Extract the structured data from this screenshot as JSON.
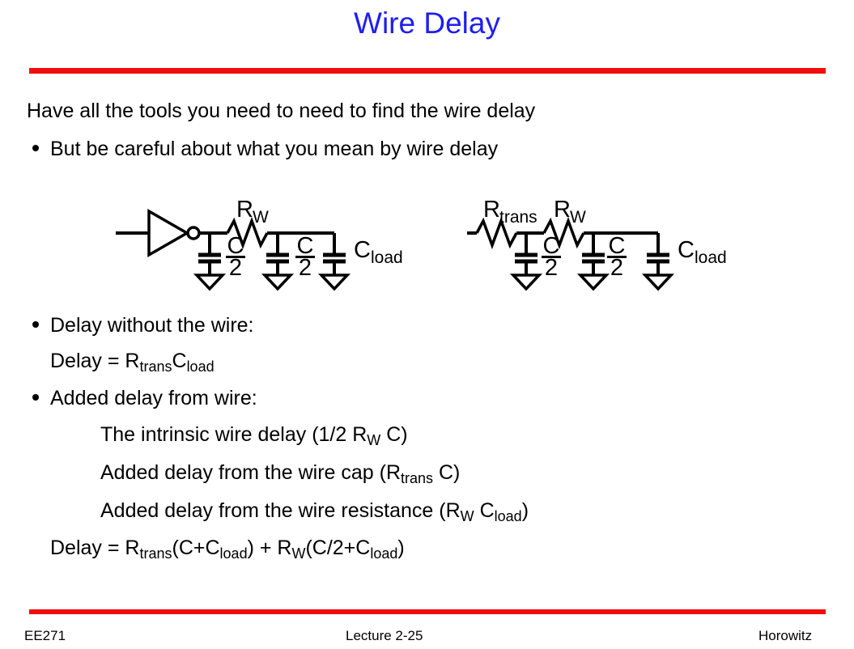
{
  "title": "Wire Delay",
  "colors": {
    "title_blue": "#1e1ef0",
    "rule_red": "#f20d0d",
    "text_black": "#000000"
  },
  "intro": "Have all the tools you need to need to find the wire delay",
  "bullets": {
    "careful": "But be careful about what you mean by wire delay",
    "no_wire": "Delay without the wire:",
    "added": "Added delay from wire:"
  },
  "formulas": {
    "no_wire": [
      {
        "t": "Delay = R"
      },
      {
        "t": "trans",
        "sub": true
      },
      {
        "t": "C"
      },
      {
        "t": "load",
        "sub": true
      }
    ],
    "total": [
      {
        "t": "Delay = R"
      },
      {
        "t": "trans",
        "sub": true
      },
      {
        "t": "(C+C"
      },
      {
        "t": "load",
        "sub": true
      },
      {
        "t": ") + R"
      },
      {
        "t": "W",
        "sub": true
      },
      {
        "t": "(C/2+C"
      },
      {
        "t": "load",
        "sub": true
      },
      {
        "t": ")"
      }
    ]
  },
  "wire_details": {
    "intrinsic": [
      {
        "t": "The intrinsic wire delay (1/2 R"
      },
      {
        "t": "W",
        "sub": true
      },
      {
        "t": " C)"
      }
    ],
    "cap": [
      {
        "t": "Added delay from the wire cap (R"
      },
      {
        "t": "trans",
        "sub": true
      },
      {
        "t": " C)"
      }
    ],
    "resistance": [
      {
        "t": "Added delay from the wire resistance (R"
      },
      {
        "t": "W",
        "sub": true
      },
      {
        "t": " C"
      },
      {
        "t": "load",
        "sub": true
      },
      {
        "t": ")"
      }
    ]
  },
  "diagram": {
    "left": {
      "resistor_wire": {
        "base": "R",
        "sub": "W"
      },
      "cap_half_a": {
        "num": "C",
        "den": "2"
      },
      "cap_half_b": {
        "num": "C",
        "den": "2"
      },
      "cap_load": {
        "base": "C",
        "sub": "load"
      }
    },
    "right": {
      "resistor_trans": {
        "base": "R",
        "sub": "trans"
      },
      "resistor_wire": {
        "base": "R",
        "sub": "W"
      },
      "cap_half_a": {
        "num": "C",
        "den": "2"
      },
      "cap_half_b": {
        "num": "C",
        "den": "2"
      },
      "cap_load": {
        "base": "C",
        "sub": "load"
      }
    }
  },
  "footer": {
    "course": "EE271",
    "lecture": "Lecture 2-25",
    "author": "Horowitz"
  }
}
